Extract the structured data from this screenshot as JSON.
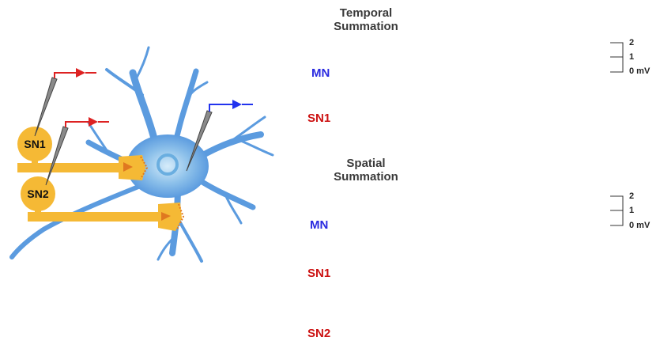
{
  "temporal": {
    "title_line1": "Temporal",
    "title_line2": "Summation",
    "traces": [
      {
        "label": "MN",
        "color": "#2a2ae0"
      },
      {
        "label": "SN1",
        "color": "#cc1111"
      }
    ],
    "scale": {
      "top": "2",
      "mid": "1",
      "bottom": "0 mV"
    }
  },
  "spatial": {
    "title_line1": "Spatial",
    "title_line2": "Summation",
    "traces": [
      {
        "label": "MN",
        "color": "#2a2ae0"
      },
      {
        "label": "SN1",
        "color": "#cc1111"
      },
      {
        "label": "SN2",
        "color": "#cc1111"
      }
    ],
    "scale": {
      "top": "2",
      "mid": "1",
      "bottom": "0 mV"
    }
  },
  "diagram": {
    "sensory_neuron_1": "SN1",
    "sensory_neuron_2": "SN2",
    "colors": {
      "neuron_fill": "#f5b935",
      "motor_neuron": "#5b9bdf",
      "soma_highlight": "#a8d4ef",
      "electrode_sn": "#dd2222",
      "electrode_mn": "#2233ee",
      "synapse": "#e07820"
    }
  }
}
